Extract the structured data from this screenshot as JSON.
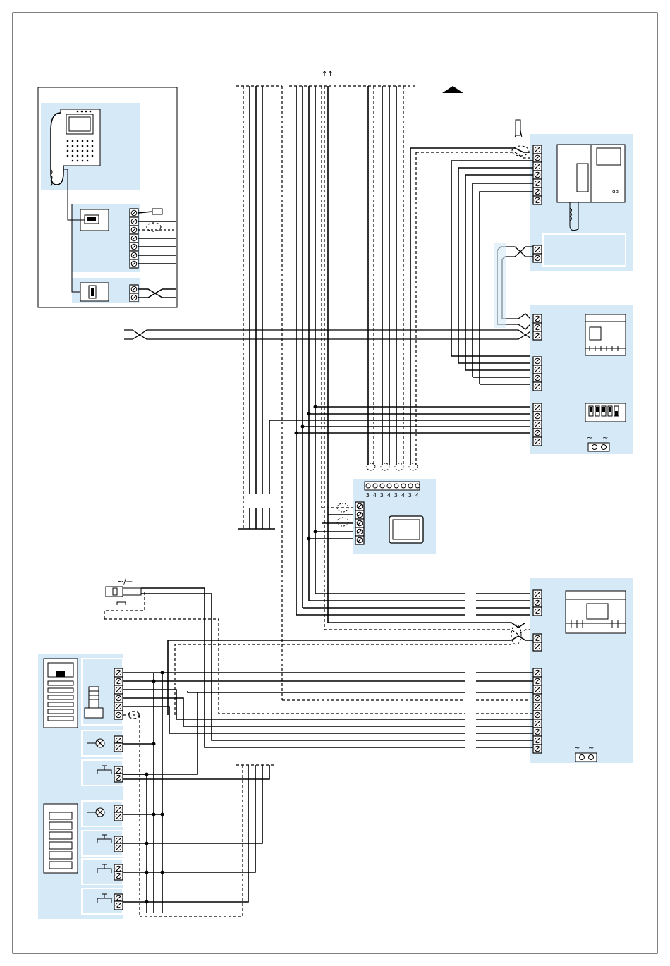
{
  "header": {
    "marker_text": "↑↑"
  },
  "terminal_block": {
    "digits": [
      "3",
      "4",
      "3",
      "4",
      "3",
      "4",
      "3",
      "4"
    ]
  },
  "power_symbols": {
    "ac_dc": "~/⎓",
    "ac_pair": [
      "~",
      "~"
    ]
  },
  "colors": {
    "module_fill": "#d6e9f7",
    "wire": "#000000",
    "device_face": "#ffffff",
    "screw_fill": "#ffffff"
  },
  "icons": [
    "video-handset-icon",
    "apartment-panel-icon",
    "door-bell-button-icon",
    "video-switcher-icon",
    "power-supply-icon",
    "dip-switch-icon",
    "monitor-icon",
    "lock-icon",
    "lamp-icon",
    "push-button-icon",
    "door-entry-panel-icon",
    "name-card-panel-icon",
    "audio-module-icon"
  ]
}
